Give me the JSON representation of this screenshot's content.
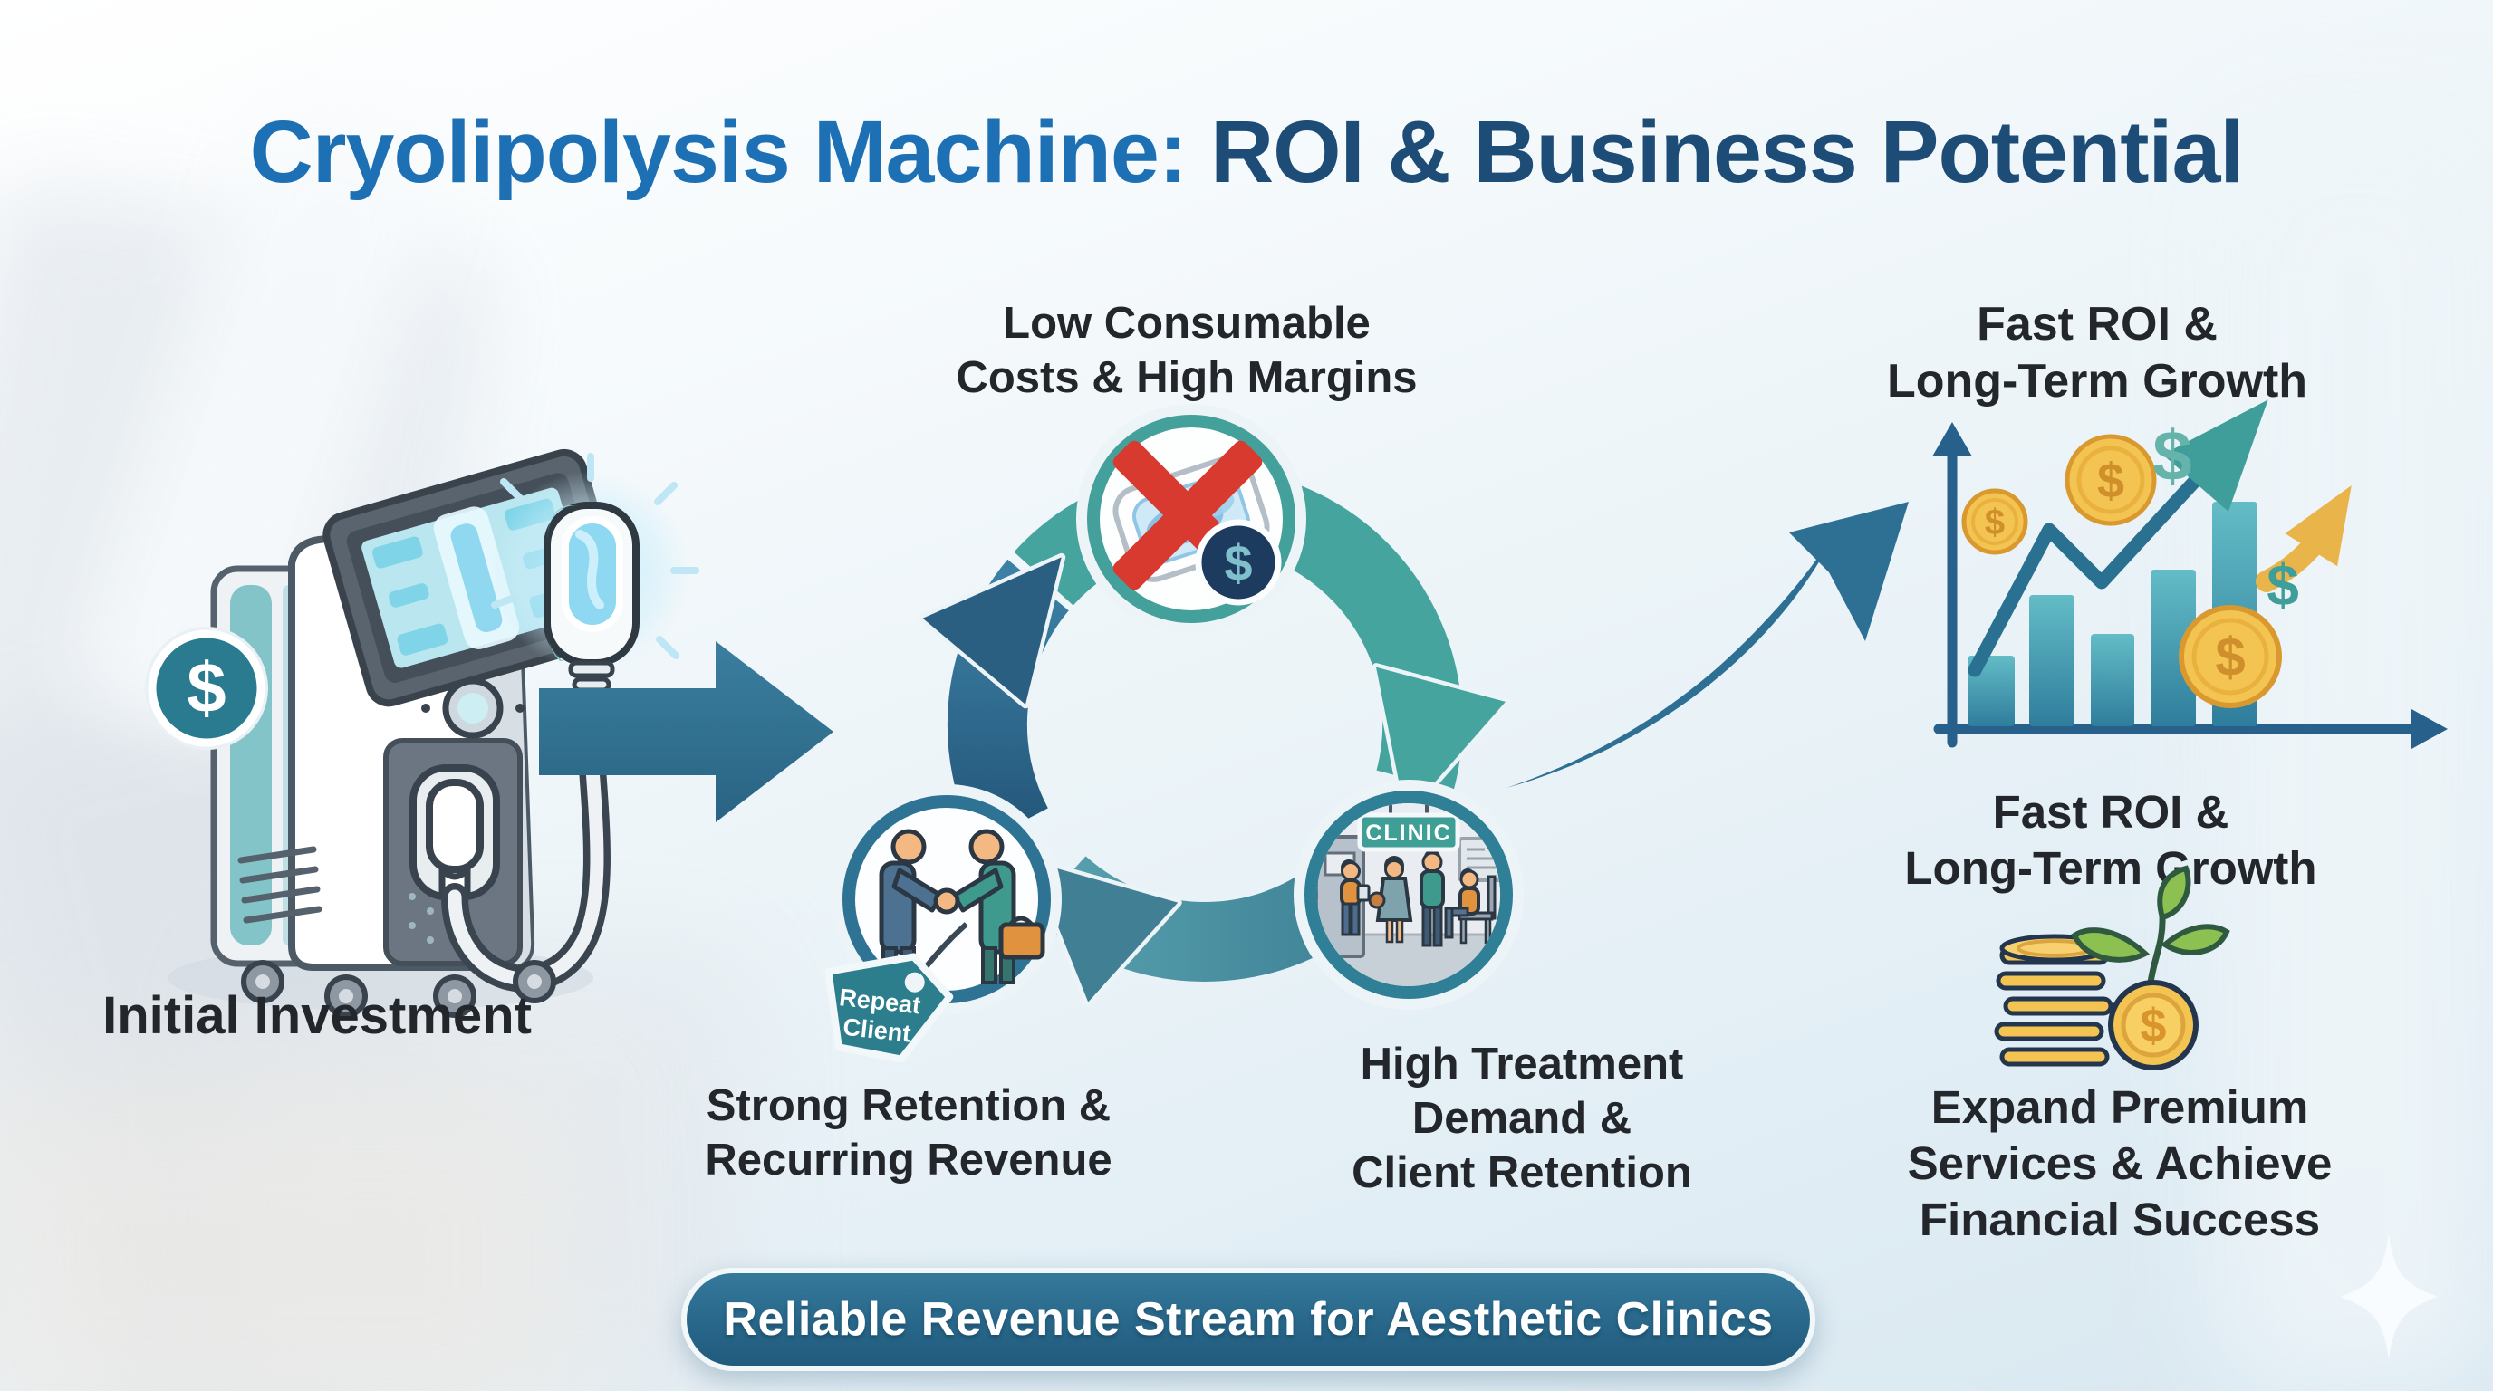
{
  "title": {
    "part1": "Cryolipolysis Machine:",
    "part2": " ROI & Business Potential"
  },
  "left_section": {
    "caption": "Initial Investment"
  },
  "cycle": {
    "top_node": {
      "label_lines": [
        "Low Consumable",
        "Costs & High Margins"
      ]
    },
    "bottom_left_node": {
      "label_lines": [
        "Strong Retention &",
        "Recurring Revenue"
      ],
      "tag_lines": [
        "Repeat",
        "Client"
      ]
    },
    "bottom_right_node": {
      "label_lines": [
        "High Treatment",
        "Demand &",
        "Client Retention"
      ],
      "clinic_sign": "CLINIC"
    }
  },
  "right_section": {
    "roi_label_lines": [
      "Fast ROI &",
      "Long-Term Growth"
    ],
    "roi_label2_lines": [
      "Fast ROI &",
      "Long-Term Growth"
    ],
    "expand_label_lines": [
      "Expand Premium",
      "Services & Achieve",
      "Financial Success"
    ]
  },
  "banner": {
    "text": "Reliable Revenue Stream for Aesthetic Clinics"
  },
  "icons": {
    "dollar_sign": "$"
  },
  "colors": {
    "title_blue": "#1e70b4",
    "title_navy": "#1d4d77",
    "cycle_teal": "#46a49e",
    "cycle_dark_blue": "#2a5f82",
    "cycle_mid_blue": "#4a8da4",
    "arrow_blue": "#2e6f94",
    "banner_bg": "#266a8e",
    "coin_gold": "#f4c453",
    "cross_red": "#d93a30",
    "leaf_green": "#8cc152",
    "text_dark": "#23272b"
  }
}
